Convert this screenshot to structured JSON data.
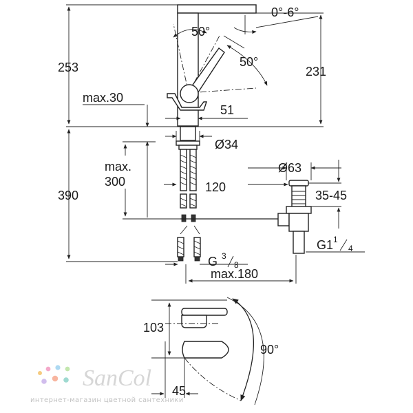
{
  "dimensions": {
    "total_height": "253",
    "spout_height": "231",
    "lower_height": "390",
    "deck_thickness_label": "max.30",
    "spout_base": "51",
    "spout_angle_left": "50°",
    "spout_angle_right": "50°",
    "tilt": "0°-6°",
    "hole_diameter": "Ø34",
    "max_label": "max.",
    "max_value": "300",
    "offset": "120",
    "waste_diameter": "Ø63",
    "waste_range": "35-45",
    "waste_thread_main": "G1",
    "waste_thread_num": "1",
    "waste_thread_den": "4",
    "supply_thread_main": "G",
    "supply_thread_num": "3",
    "supply_thread_den": "8",
    "max_reach": "max.180",
    "top_height": "103",
    "rotation": "90°",
    "base_depth": "45"
  },
  "watermark": {
    "brand": "SanCol",
    "subtitle": "интернет-магазин цветной сантехники",
    "dot_colors": [
      "#f4c36b",
      "#f39bc1",
      "#9fd3f0",
      "#b9e3a1",
      "#c9b2ea",
      "#f7a98f",
      "#8fd4c9"
    ]
  }
}
